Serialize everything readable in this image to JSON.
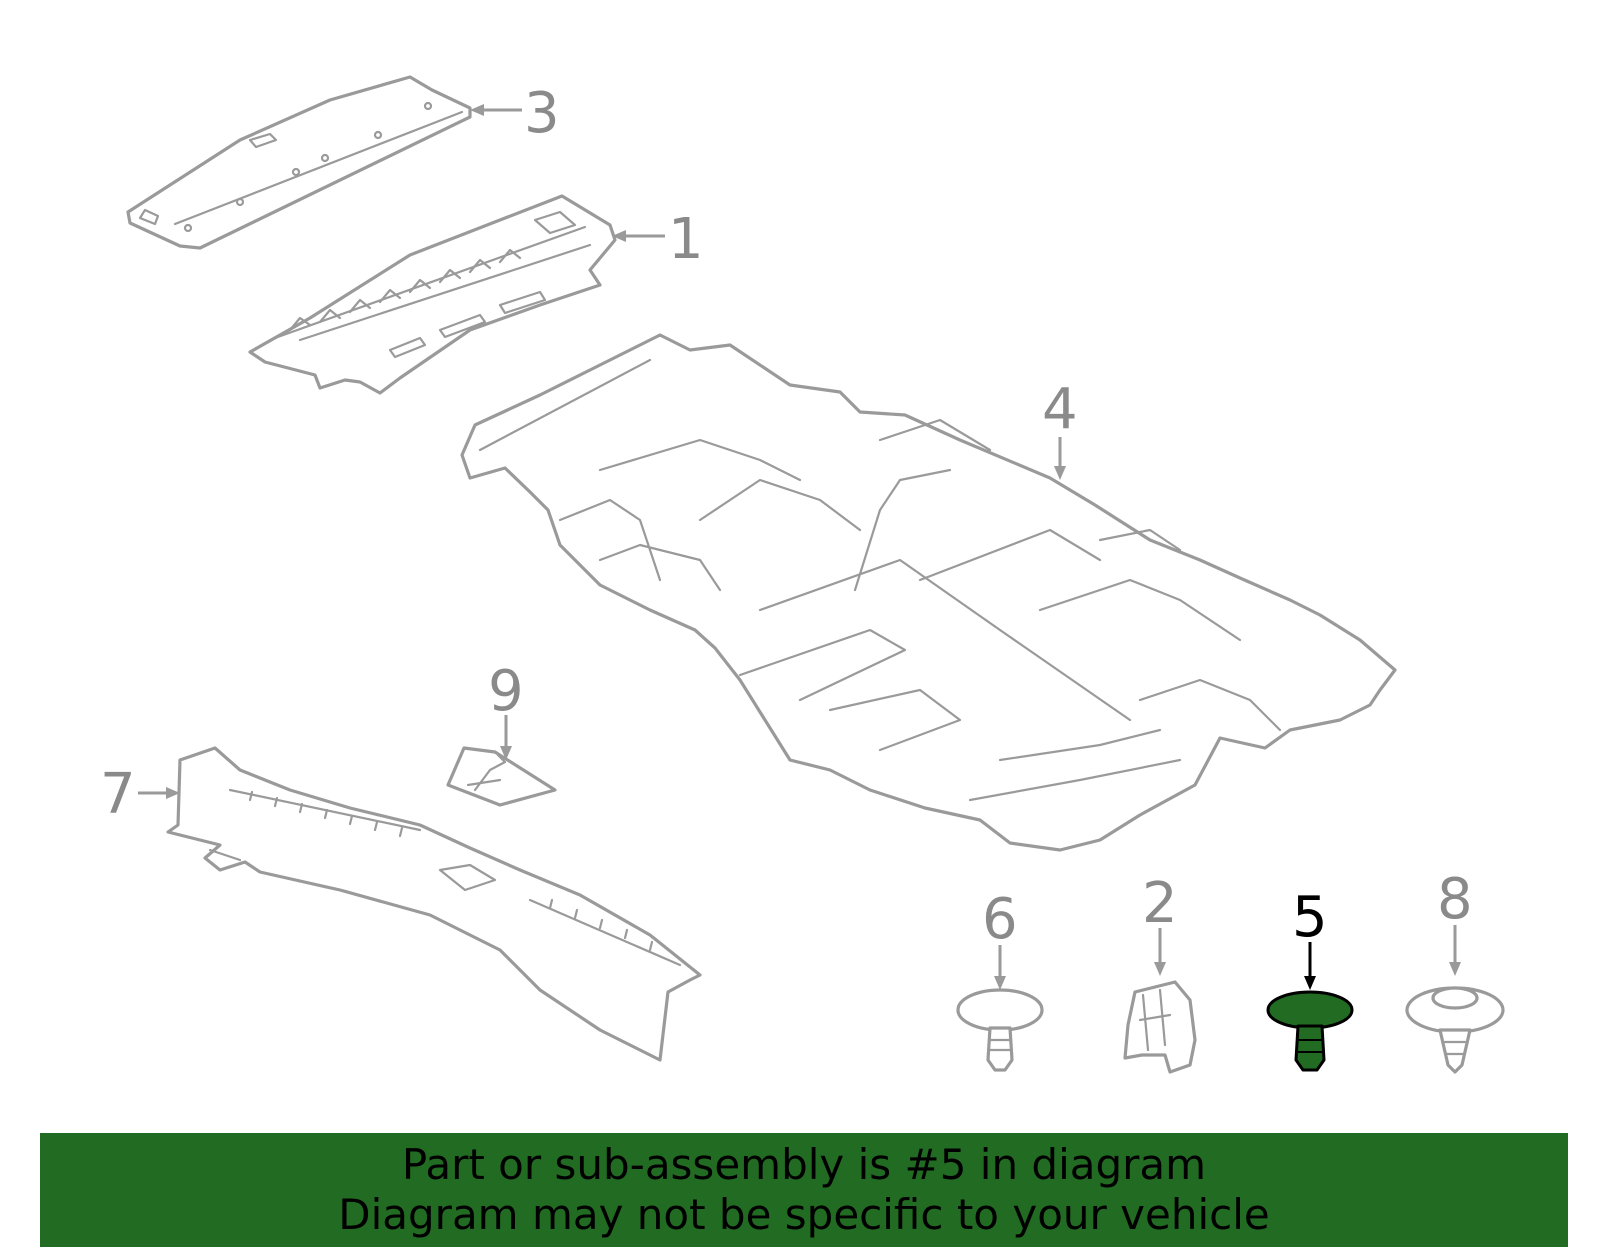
{
  "colors": {
    "line": "#9a9a9a",
    "label": "#8a8a8a",
    "highlight_fill": "#226b22",
    "highlight_stroke": "#000000",
    "banner_bg": "#226b22",
    "banner_text": "#000000"
  },
  "highlighted_part": "5",
  "callouts": {
    "p1": "1",
    "p2": "2",
    "p3": "3",
    "p4": "4",
    "p5": "5",
    "p6": "6",
    "p7": "7",
    "p8": "8",
    "p9": "9"
  },
  "banner": {
    "line1": "Part or sub-assembly is #5 in diagram",
    "line2": "Diagram may not be specific to your vehicle"
  }
}
